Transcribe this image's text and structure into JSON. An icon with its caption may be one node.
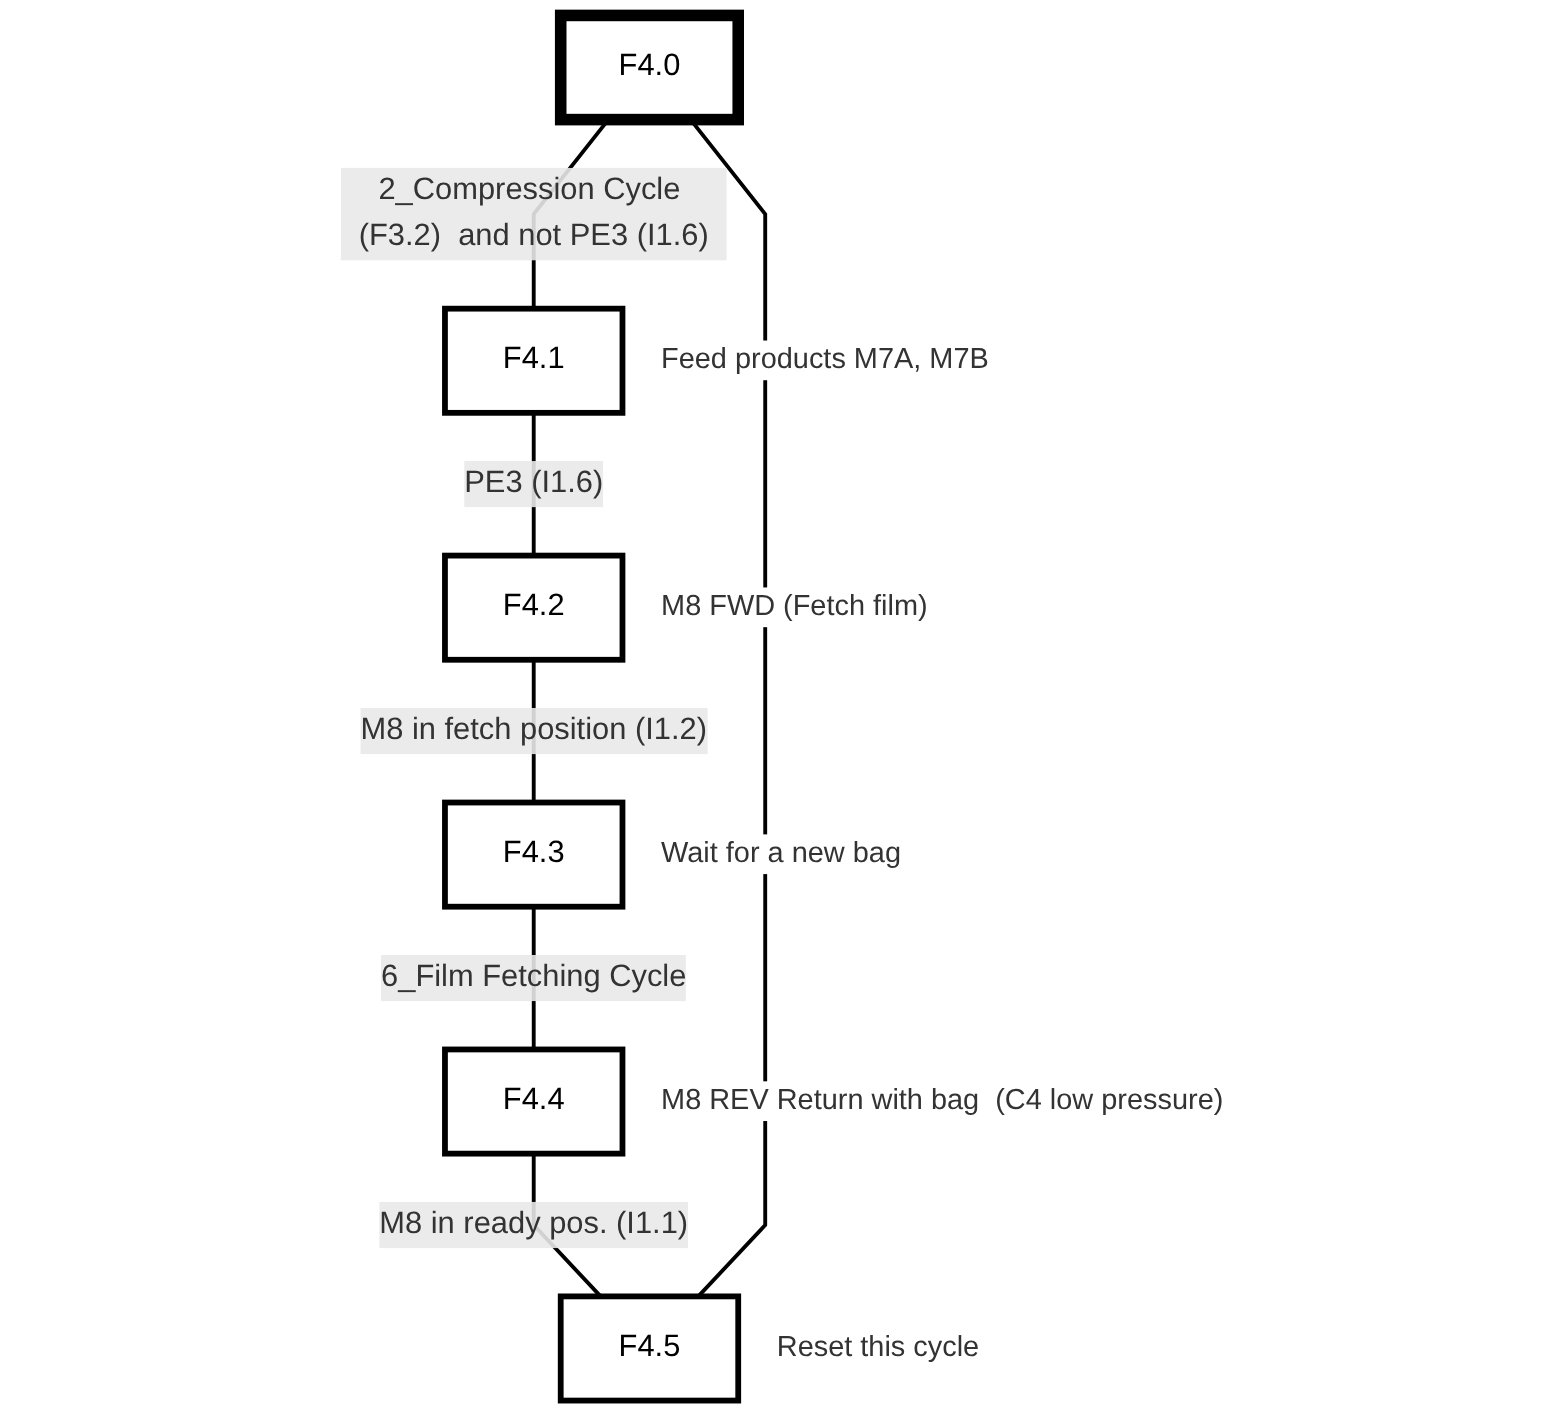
{
  "diagram": {
    "nodes": [
      {
        "text": [
          "F4.0"
        ]
      },
      {
        "text": [
          "F4.1"
        ],
        "beside": [
          "Feed products M7A, M7B"
        ]
      },
      {
        "text": [
          "F4.2"
        ],
        "beside": [
          "M8 FWD (Fetch film)"
        ]
      },
      {
        "text": [
          "F4.3"
        ],
        "beside": [
          "Wait for a new bag"
        ]
      },
      {
        "text": [
          "F4.4"
        ],
        "beside": [
          "M8 REV Return with bag  (C4 low pressure)"
        ]
      },
      {
        "text": [
          "F4.5"
        ],
        "beside": [
          "Reset this cycle"
        ]
      }
    ],
    "edges": [
      {
        "from": 0,
        "to": 1,
        "arrow": "none",
        "label": "2_Compression Cycle (F3.2)  and not PE3 (I1.6)"
      },
      {
        "from": 1,
        "to": 2,
        "arrow": "none",
        "label": "PE3 (I1.6)"
      },
      {
        "from": 2,
        "to": 3,
        "arrow": "none",
        "label": "M8 in fetch position (I1.2)"
      },
      {
        "from": 3,
        "to": 4,
        "arrow": "none",
        "label": "6_Film Fetching Cycle"
      },
      {
        "from": 4,
        "to": 5,
        "arrow": "none",
        "label": "M8 in ready pos. (I1.1)"
      },
      {
        "from": 5,
        "to": 0,
        "arrow": "none"
      }
    ]
  }
}
